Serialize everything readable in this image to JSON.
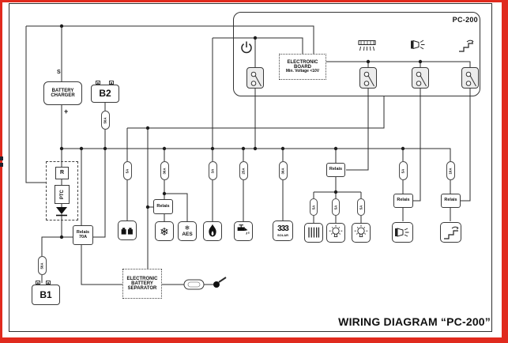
{
  "page": {
    "title": "WIRING DIAGRAM “PC-200”",
    "panel_label": "PC-200"
  },
  "labels": {
    "battery_charger_1": "BATTERY",
    "battery_charger_2": "CHARGER",
    "s": "S",
    "plus": "+",
    "b1": "B1",
    "b2": "B2",
    "r": "R",
    "ptc": "PTC",
    "relais": "Relais",
    "relais70_1": "Relais",
    "relais70_2": "70A",
    "board_1": "ELECTRONIC",
    "board_2": "BOARD",
    "board_3": "Min. Voltage <10V",
    "separator_1": "ELECTRONIC",
    "separator_2": "BATTERY",
    "separator_3": "SEPARATOR",
    "aes": "AES",
    "solar_caption": "SOLAR",
    "solar_glyph": "333",
    "snowflake": "❄",
    "snowflake_small": "❄"
  },
  "fuses": {
    "battery_b2": "50A",
    "battery_b1": "50A",
    "control_panel": "5A",
    "fridge": "30A",
    "boiler": "3A",
    "water_pump": "25A",
    "solar": "30A",
    "heating_1": "5A",
    "heating_2": "5A",
    "heating_3": "5A",
    "exterior_light": "5A",
    "entry_step": "10A"
  },
  "colors": {
    "border_red": "#e02a1e",
    "line": "#2b2b2b",
    "switch_fill": "#ececec"
  }
}
